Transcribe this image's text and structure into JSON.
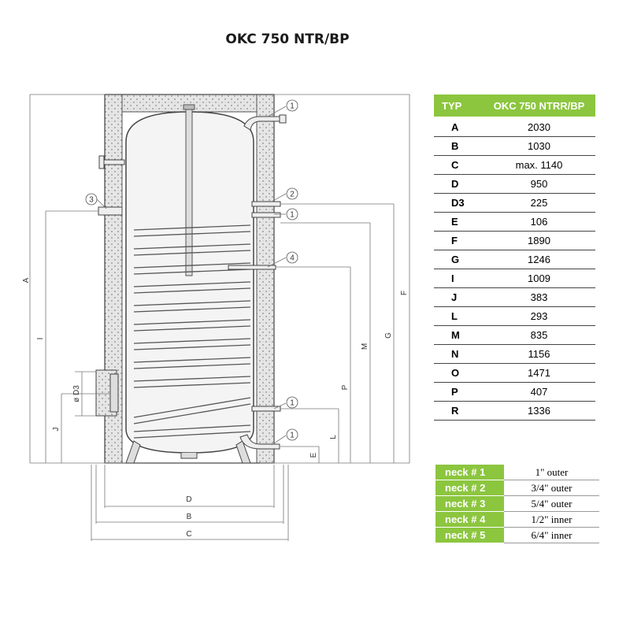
{
  "title": "OKC 750 NTR/BP",
  "dimension_table": {
    "header_typ": "TYP",
    "header_model": "OKC 750 NTRR/BP",
    "rows": [
      {
        "key": "A",
        "value": "2030"
      },
      {
        "key": "B",
        "value": "1030"
      },
      {
        "key": "C",
        "value": "max. 1140"
      },
      {
        "key": "D",
        "value": "950"
      },
      {
        "key": "D3",
        "value": "225"
      },
      {
        "key": "E",
        "value": "106"
      },
      {
        "key": "F",
        "value": "1890"
      },
      {
        "key": "G",
        "value": "1246"
      },
      {
        "key": "I",
        "value": "1009"
      },
      {
        "key": "J",
        "value": "383"
      },
      {
        "key": "L",
        "value": "293"
      },
      {
        "key": "M",
        "value": "835"
      },
      {
        "key": "N",
        "value": "1156"
      },
      {
        "key": "O",
        "value": "1471"
      },
      {
        "key": "P",
        "value": "407"
      },
      {
        "key": "R",
        "value": "1336"
      }
    ]
  },
  "neck_table": [
    {
      "label": "neck # 1",
      "value": "1\" outer"
    },
    {
      "label": "neck # 2",
      "value": "3/4\" outer"
    },
    {
      "label": "neck # 3",
      "value": "5/4\" outer"
    },
    {
      "label": "neck # 4",
      "value": "1/2\" inner"
    },
    {
      "label": "neck # 5",
      "value": "6/4\" inner"
    }
  ],
  "drawing": {
    "labels": {
      "A": "A",
      "B": "B",
      "C": "C",
      "D": "D",
      "D3": "ø D3",
      "E": "E",
      "F": "F",
      "G": "G",
      "I": "I",
      "J": "J",
      "L": "L",
      "M": "M",
      "P": "P"
    },
    "callouts": {
      "c1_top": "1",
      "c2": "2",
      "c3": "3",
      "c1_mid": "1",
      "c4": "4",
      "c1_low": "1",
      "c1_bottom": "1"
    }
  },
  "colors": {
    "accent": "#8cc63f"
  }
}
